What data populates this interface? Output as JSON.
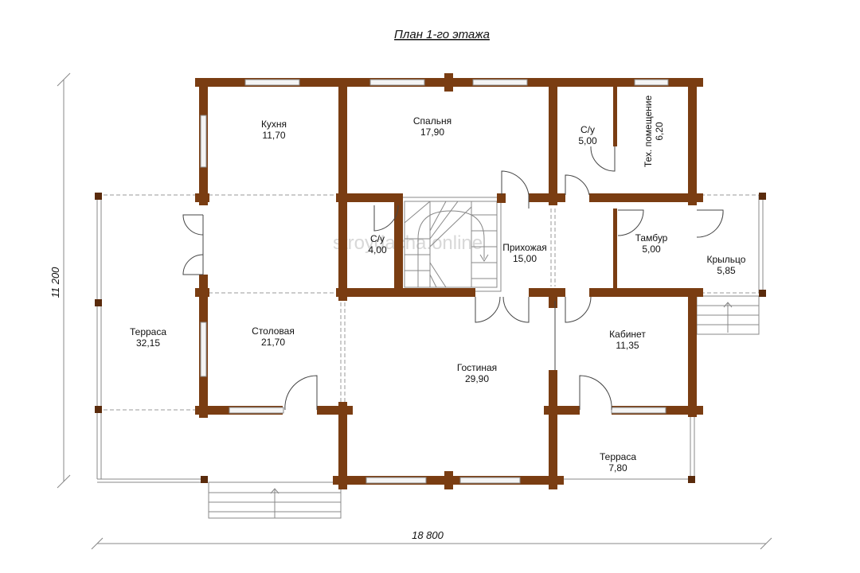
{
  "title": "План 1-го этажа",
  "watermark": "stroydacha.online",
  "dimensions": {
    "width": "18 800",
    "height": "11 200"
  },
  "rooms": {
    "kitchen": {
      "name": "Кухня",
      "area": "11,70"
    },
    "bedroom": {
      "name": "Спальня",
      "area": "17,90"
    },
    "bathroom_top": {
      "name": "С/у",
      "area": "5,00"
    },
    "tech_room": {
      "name": "Тех. помещение",
      "area": "6,20"
    },
    "bathroom_mid": {
      "name": "С/у",
      "area": "4,00"
    },
    "hallway": {
      "name": "Прихожая",
      "area": "15,00"
    },
    "vestibule": {
      "name": "Тамбур",
      "area": "5,00"
    },
    "porch": {
      "name": "Крыльцо",
      "area": "5,85"
    },
    "terrace_left": {
      "name": "Терраса",
      "area": "32,15"
    },
    "dining": {
      "name": "Столовая",
      "area": "21,70"
    },
    "living": {
      "name": "Гостиная",
      "area": "29,90"
    },
    "study": {
      "name": "Кабинет",
      "area": "11,35"
    },
    "terrace_right": {
      "name": "Терраса",
      "area": "7,80"
    }
  }
}
